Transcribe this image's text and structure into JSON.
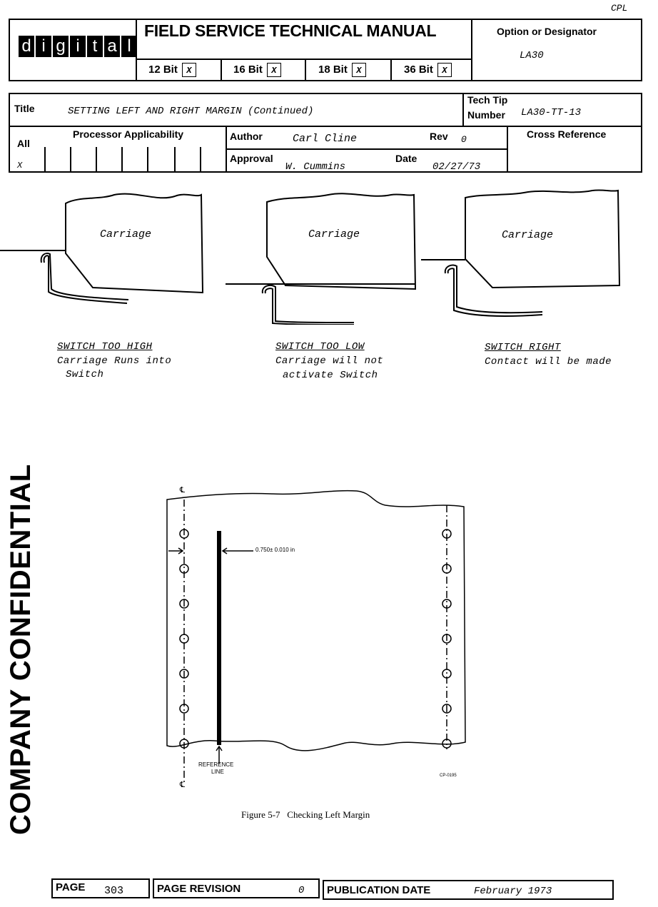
{
  "corner_code": "CPL",
  "header": {
    "logo_letters": [
      "d",
      "i",
      "g",
      "i",
      "t",
      "a",
      "l"
    ],
    "manual_title": "FIELD SERVICE TECHNICAL MANUAL",
    "bit_options": [
      {
        "label": "12 Bit",
        "mark": "X"
      },
      {
        "label": "16 Bit",
        "mark": "X"
      },
      {
        "label": "18 Bit",
        "mark": "X"
      },
      {
        "label": "36 Bit",
        "mark": "X"
      }
    ],
    "option_label": "Option or Designator",
    "option_value": "LA30"
  },
  "info": {
    "title_label": "Title",
    "title_value": "SETTING LEFT AND RIGHT MARGIN (Continued)",
    "techtip_label_1": "Tech Tip",
    "techtip_label_2": "Number",
    "techtip_value": "LA30-TT-13",
    "all_label": "All",
    "all_value": "X",
    "processor_label": "Processor Applicability",
    "author_label": "Author",
    "author_value": "Carl Cline",
    "rev_label": "Rev",
    "rev_value": "0",
    "approval_label": "Approval",
    "approval_value": "W. Cummins",
    "date_label": "Date",
    "date_value": "02/27/73",
    "crossref_label": "Cross Reference"
  },
  "diagrams": [
    {
      "box_label": "Carriage",
      "caption_title": "SWITCH TOO HIGH",
      "caption_line1": "Carriage Runs into",
      "caption_line2": "Switch"
    },
    {
      "box_label": "Carriage",
      "caption_title": "SWITCH TOO LOW",
      "caption_line1": "Carriage will not",
      "caption_line2": "activate Switch"
    },
    {
      "box_label": "Carriage",
      "caption_title": "SWITCH RIGHT",
      "caption_line1": "Contact will be made",
      "caption_line2": ""
    }
  ],
  "figure": {
    "dimension": "0.750± 0.010 in",
    "reference_line_1": "REFERENCE",
    "reference_line_2": "LINE",
    "cl_top": "℄",
    "cl_bottom": "℄",
    "drawing_code": "CP-0195",
    "caption": "Figure 5-7   Checking Left Margin"
  },
  "side_stamp": "COMPANY CONFIDENTIAL",
  "footer": {
    "page_label": "PAGE",
    "page_value": "303",
    "revision_label": "PAGE REVISION",
    "revision_value": "0",
    "pubdate_label": "PUBLICATION DATE",
    "pubdate_value": "February 1973"
  }
}
